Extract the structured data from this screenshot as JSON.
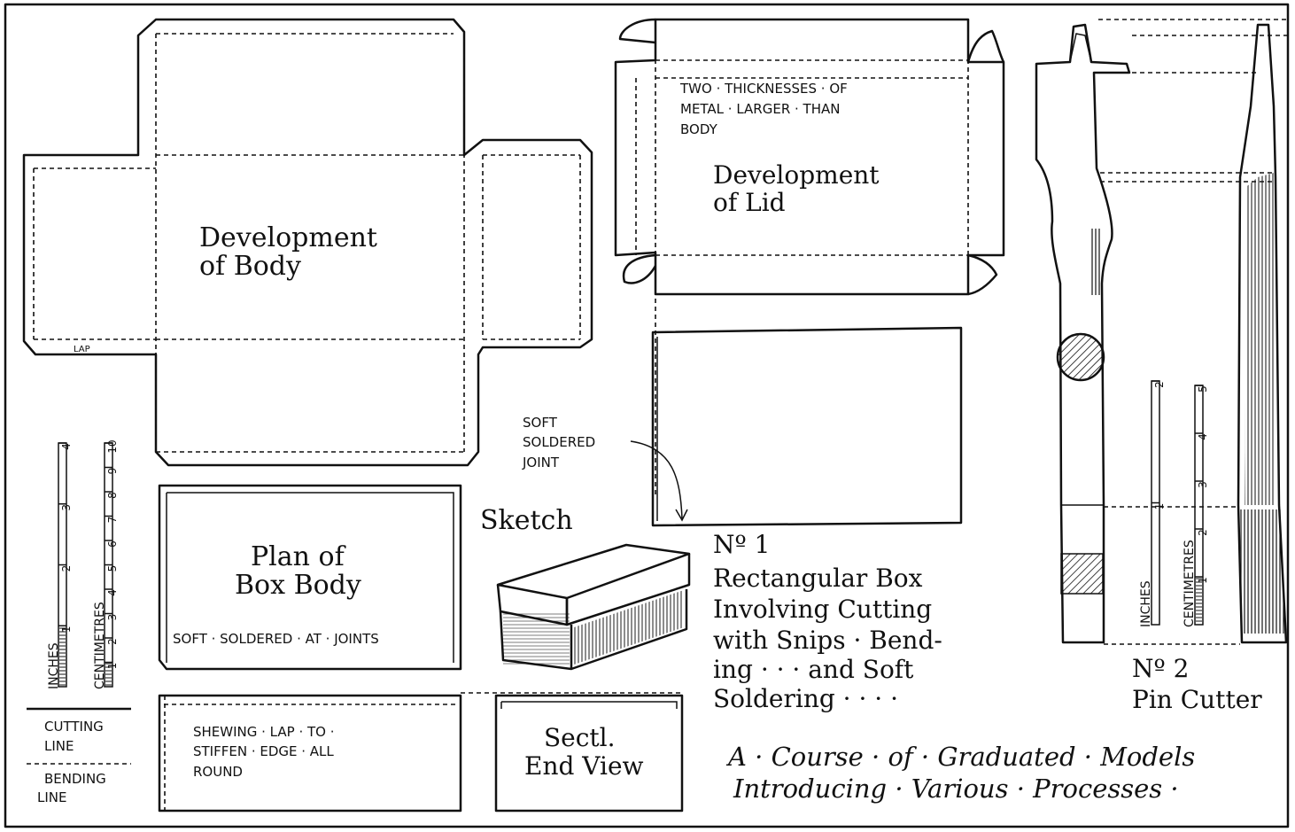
{
  "body_development": {
    "title_line1": "Development",
    "title_line2": "of Body",
    "lap_label": "LAP"
  },
  "lid_development": {
    "note_line1": "TWO · THICKNESSES · OF",
    "note_line2": "METAL · LARGER · THAN",
    "note_line3": "BODY",
    "title_line1": "Development",
    "title_line2": "of Lid"
  },
  "joint_note": {
    "line1": "SOFT",
    "line2": "SOLDERED",
    "line3": "JOINT"
  },
  "plan": {
    "title_line1": "Plan of",
    "title_line2": "Box Body",
    "note": "SOFT · SOLDERED · AT · JOINTS"
  },
  "sketch": {
    "label": "Sketch"
  },
  "model1": {
    "number": "Nº 1",
    "line1": "Rectangular Box",
    "line2": "Involving Cutting",
    "line3": "with Snips · Bend-",
    "line4": "ing · · · and Soft",
    "line5": "Soldering · · · ·"
  },
  "model2": {
    "number": "Nº 2",
    "name": "Pin Cutter"
  },
  "lap_view": {
    "line1": "SHEWING · LAP · TO ·",
    "line2": "STIFFEN · EDGE · ALL",
    "line3": "ROUND"
  },
  "section": {
    "line1": "Sectl.",
    "line2": "End View"
  },
  "legend": {
    "cutting_line1": "CUTTING",
    "cutting_line2": "LINE",
    "bending_line1": "BENDING",
    "bending_line2": "LINE"
  },
  "scale_left": {
    "inches_label": "INCHES",
    "centimetres_label": "CENTIMETRES",
    "inch_ticks": [
      "1",
      "2",
      "3",
      "4"
    ],
    "cm_ticks": [
      "1",
      "2",
      "3",
      "4",
      "5",
      "6",
      "7",
      "8",
      "9",
      "10"
    ]
  },
  "scale_right": {
    "inches_label": "INCHES",
    "centimetres_label": "CENTIMETRES",
    "inch_ticks": [
      "1",
      "2"
    ],
    "cm_ticks": [
      "1",
      "2",
      "3",
      "4",
      "5"
    ]
  },
  "course_title": {
    "line1": "A · Course · of · Graduated · Models",
    "line2": "Introducing · Various · Processes ·"
  }
}
